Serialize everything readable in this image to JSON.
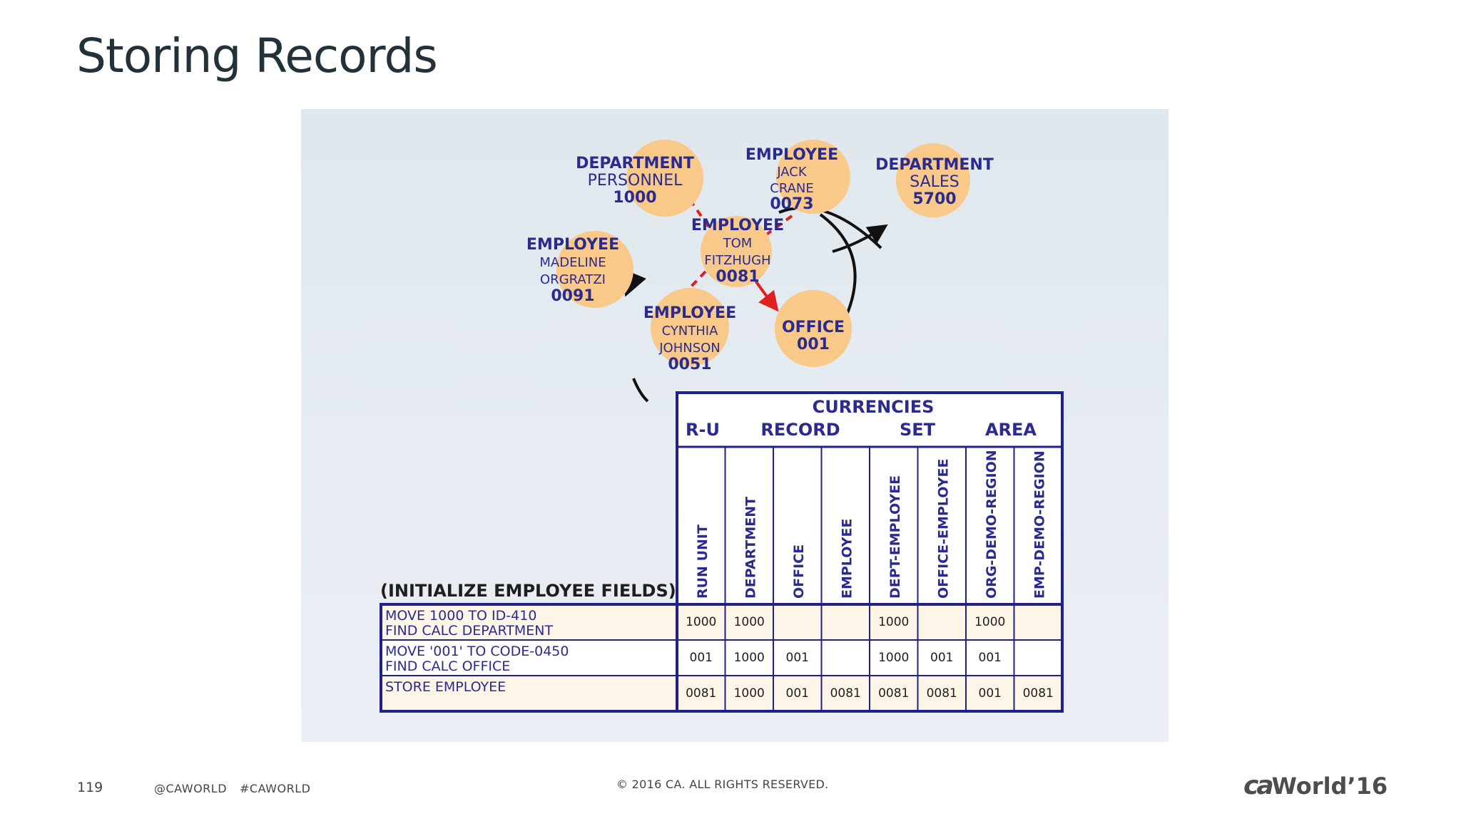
{
  "slide": {
    "title": "Storing Records",
    "page_number": "119",
    "social": [
      "@CAWORLD",
      "#CAWORLD"
    ],
    "copyright": "© 2016 CA. ALL RIGHTS RESERVED.",
    "logo": {
      "ca": "ca",
      "world": "World",
      "year": "’16"
    }
  },
  "colors": {
    "panel": "#e6ecf2",
    "node_fill": "#f9c98a",
    "label_text": "#2b2b8f",
    "table_border": "#20208a",
    "red_arrow": "#e0201e",
    "black_arrow": "#111111"
  },
  "nodes": [
    {
      "id": "dept-personnel",
      "lines": [
        "DEPARTMENT",
        "PERSONNEL",
        "1000"
      ]
    },
    {
      "id": "emp-jack",
      "lines": [
        "EMPLOYEE",
        "JACK",
        "CRANE",
        "0073"
      ]
    },
    {
      "id": "dept-sales",
      "lines": [
        "DEPARTMENT",
        "SALES",
        "5700"
      ]
    },
    {
      "id": "emp-tom",
      "lines": [
        "EMPLOYEE",
        "TOM",
        "FITZHUGH",
        "0081"
      ]
    },
    {
      "id": "emp-madeline",
      "lines": [
        "EMPLOYEE",
        "MADELINE",
        "ORGRATZI",
        "0091"
      ]
    },
    {
      "id": "emp-cynthia",
      "lines": [
        "EMPLOYEE",
        "CYNTHIA",
        "JOHNSON",
        "0051"
      ]
    },
    {
      "id": "office",
      "lines": [
        "OFFICE",
        "001"
      ]
    }
  ],
  "table": {
    "caption": "(INITIALIZE EMPLOYEE FIELDS)",
    "title": "CURRENCIES",
    "groups": [
      "R-U",
      "RECORD",
      "SET",
      "AREA"
    ],
    "columns": [
      "RUN UNIT",
      "DEPARTMENT",
      "OFFICE",
      "EMPLOYEE",
      "DEPT-EMPLOYEE",
      "OFFICE-EMPLOYEE",
      "ORG-DEMO-REGION",
      "EMP-DEMO-REGION"
    ],
    "rows": [
      {
        "steps": [
          "MOVE 1000 TO ID-410",
          "FIND CALC DEPARTMENT"
        ],
        "cells": [
          "1000",
          "1000",
          "",
          "",
          "1000",
          "",
          "1000",
          ""
        ]
      },
      {
        "steps": [
          "MOVE '001' TO CODE-0450",
          "FIND CALC OFFICE"
        ],
        "cells": [
          "001",
          "1000",
          "001",
          "",
          "1000",
          "001",
          "001",
          ""
        ]
      },
      {
        "steps": [
          "STORE EMPLOYEE"
        ],
        "cells": [
          "0081",
          "1000",
          "001",
          "0081",
          "0081",
          "0081",
          "001",
          "0081"
        ]
      }
    ]
  }
}
